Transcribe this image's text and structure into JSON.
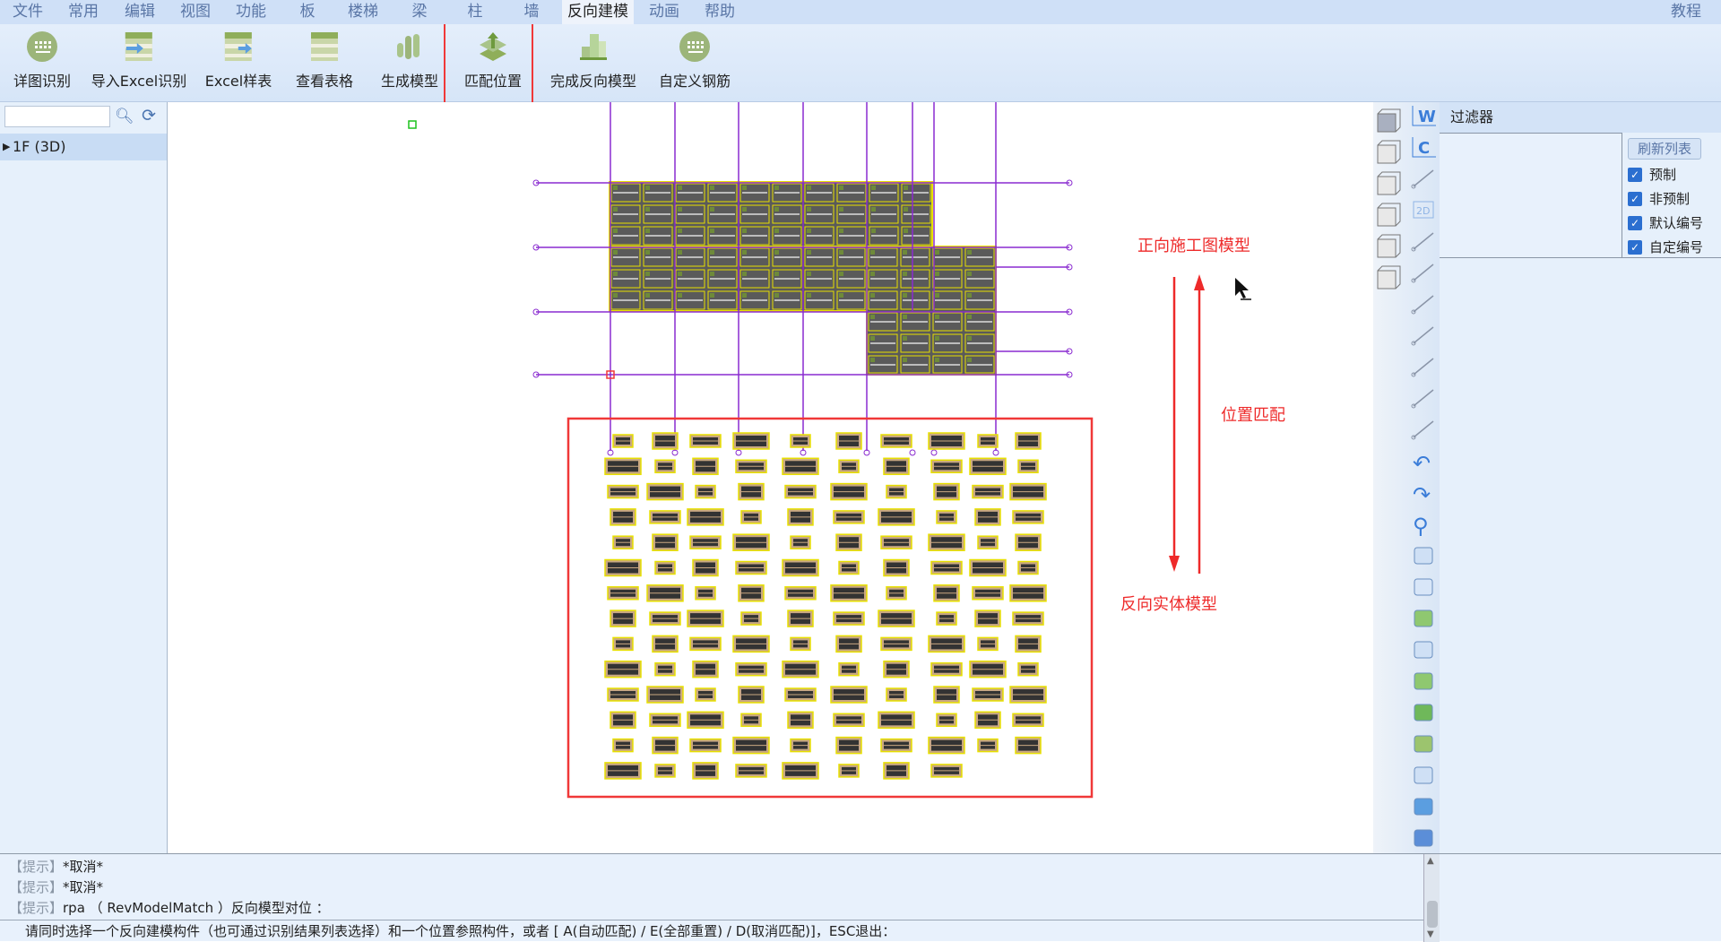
{
  "menu": {
    "items": [
      "文件",
      "常用",
      "编辑",
      "视图",
      "功能",
      "板",
      "楼梯",
      "梁",
      "柱",
      "墙",
      "反向建模",
      "动画",
      "帮助"
    ],
    "active": "反向建模",
    "right": "教程"
  },
  "toolbar": {
    "buttons": [
      {
        "label": "详图识别",
        "icon": "keypad-circle-icon"
      },
      {
        "label": "导入Excel识别",
        "icon": "excel-import-icon"
      },
      {
        "label": "Excel样表",
        "icon": "excel-table-icon"
      },
      {
        "label": "查看表格",
        "icon": "table-view-icon"
      },
      {
        "label": "生成模型",
        "icon": "generate-model-icon"
      },
      {
        "label": "匹配位置",
        "icon": "match-position-icon"
      },
      {
        "label": "完成反向模型",
        "icon": "building-icon"
      },
      {
        "label": "自定义钢筋",
        "icon": "keypad-circle-icon"
      }
    ],
    "highlighted": "匹配位置"
  },
  "left": {
    "search_value": "",
    "tree": [
      {
        "label": "1F (3D)"
      }
    ]
  },
  "annotations": {
    "forward": "正向施工图模型",
    "match": "位置匹配",
    "reverse": "反向实体模型"
  },
  "filter": {
    "title": "过滤器",
    "refresh": "刷新列表",
    "options": [
      {
        "label": "预制",
        "checked": true
      },
      {
        "label": "非预制",
        "checked": true
      },
      {
        "label": "默认编号",
        "checked": true
      },
      {
        "label": "自定编号",
        "checked": true
      }
    ]
  },
  "console": {
    "lines": [
      {
        "tag": "【提示】",
        "text": "*取消*"
      },
      {
        "tag": "【提示】",
        "text": "*取消*"
      },
      {
        "tag": "【提示】",
        "text": "rpa （ RevModelMatch ）反向模型对位 ："
      }
    ],
    "prompt": "请同时选择一个反向建模构件（也可通过识别结果列表选择）和一个位置参照构件，或者 [ A(自动匹配) / E(全部重置) / D(取消匹配)]，ESC退出："
  },
  "colors": {
    "accent_red": "#f03838",
    "grid": "#8a2bd0",
    "member": "#e8e000"
  }
}
